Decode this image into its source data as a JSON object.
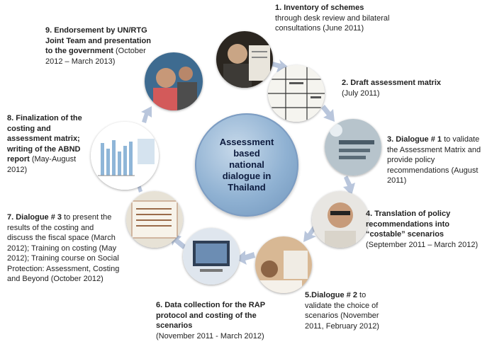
{
  "center": {
    "lines": [
      "Assessment",
      "based",
      "national",
      "dialogue in",
      "Thailand"
    ]
  },
  "steps": [
    {
      "id": 1,
      "bold": "1. Inventory of schemes",
      "text": "through desk review and bilateral consultations (June 2011)"
    },
    {
      "id": 2,
      "bold": "2. Draft assessment matrix",
      "text": "(July 2011)"
    },
    {
      "id": 3,
      "bold": "3.  Dialogue # 1",
      "text": " to validate the Assessment Matrix and provide policy recommendations (August 2011)"
    },
    {
      "id": 4,
      "bold": "4. Translation of policy recommendations into “costable” scenarios",
      "text": "(September 2011 – March 2012)"
    },
    {
      "id": 5,
      "bold": "5.Dialogue # 2",
      "text": " to validate the choice of scenarios (November 2011, February 2012)"
    },
    {
      "id": 6,
      "bold": "6. Data collection for the RAP protocol and costing of the scenarios",
      "text": "(November 2011 - March 2012)"
    },
    {
      "id": 7,
      "bold": "7. Dialogue # 3",
      "text": " to present the results of the costing and discuss the fiscal space (March 2012); Training on costing (May 2012); Training course on Social Protection: Assessment, Costing and Beyond (October 2012)"
    },
    {
      "id": 8,
      "bold": "8. Finalization of the costing and assessment matrix; writing of the ABND report",
      "text": " (May-August 2012)"
    },
    {
      "id": 9,
      "bold": "9. Endorsement by UN/RTG Joint Team and presentation to the government",
      "text": " (October 2012 – March 2013)"
    }
  ],
  "colors": {
    "arrow": "#b9c6dc",
    "center": "#8fb1d2"
  }
}
